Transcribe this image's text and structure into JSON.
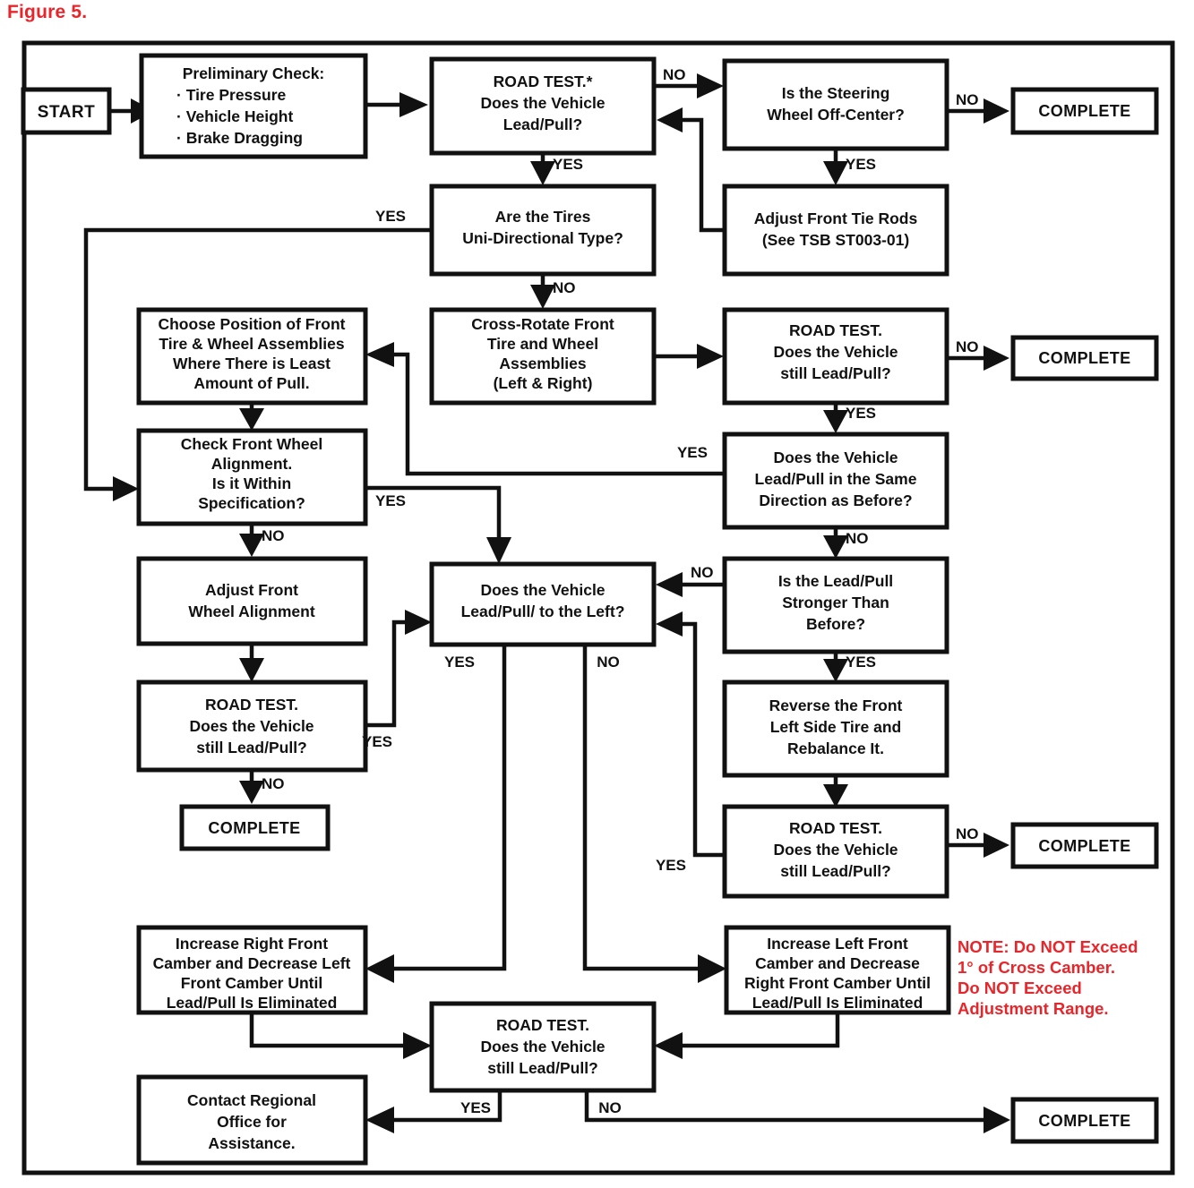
{
  "figure": {
    "label": "Figure 5.",
    "title_color": "#e8252a"
  },
  "diagram": {
    "type": "flowchart",
    "orientation": "top-to-bottom",
    "border": true,
    "nodes": {
      "start": {
        "lines": [
          "START"
        ]
      },
      "preliminary_check": {
        "lines": [
          "Preliminary Check:",
          "· Tire Pressure",
          "· Vehicle Height",
          "· Brake Dragging"
        ]
      },
      "road_test_1": {
        "lines": [
          "ROAD TEST.*",
          "Does the Vehicle",
          "Lead/Pull?"
        ]
      },
      "steering_off_center": {
        "lines": [
          "Is the Steering",
          "Wheel Off-Center?"
        ]
      },
      "complete_1": {
        "lines": [
          "COMPLETE"
        ]
      },
      "adjust_tie_rods": {
        "lines": [
          "Adjust Front Tie Rods",
          "(See TSB ST003-01)"
        ]
      },
      "uni_directional": {
        "lines": [
          "Are the Tires",
          "Uni-Directional Type?"
        ]
      },
      "choose_position": {
        "lines": [
          "Choose Position of Front",
          "Tire & Wheel Assemblies",
          "Where There is Least",
          "Amount of Pull."
        ]
      },
      "cross_rotate": {
        "lines": [
          "Cross-Rotate Front",
          "Tire and Wheel",
          "Assemblies",
          "(Left & Right)"
        ]
      },
      "road_test_2": {
        "lines": [
          "ROAD TEST.",
          "Does the Vehicle",
          "still Lead/Pull?"
        ]
      },
      "complete_2": {
        "lines": [
          "COMPLETE"
        ]
      },
      "check_alignment": {
        "lines": [
          "Check Front Wheel",
          "Alignment.",
          "Is it Within",
          "Specification?"
        ]
      },
      "same_direction": {
        "lines": [
          "Does the Vehicle",
          "Lead/Pull in the Same",
          "Direction as Before?"
        ]
      },
      "adjust_alignment": {
        "lines": [
          "Adjust Front",
          "Wheel Alignment"
        ]
      },
      "lead_pull_left": {
        "lines": [
          "Does the Vehicle",
          "Lead/Pull/ to the Left?"
        ]
      },
      "stronger_than_before": {
        "lines": [
          "Is the Lead/Pull",
          "Stronger Than",
          "Before?"
        ]
      },
      "road_test_3": {
        "lines": [
          "ROAD TEST.",
          "Does the Vehicle",
          "still Lead/Pull?"
        ]
      },
      "reverse_front_left": {
        "lines": [
          "Reverse the Front",
          "Left Side Tire and",
          "Rebalance It."
        ]
      },
      "complete_3": {
        "lines": [
          "COMPLETE"
        ]
      },
      "road_test_4": {
        "lines": [
          "ROAD TEST.",
          "Does the Vehicle",
          "still Lead/Pull?"
        ]
      },
      "complete_4": {
        "lines": [
          "COMPLETE"
        ]
      },
      "increase_right_camber": {
        "lines": [
          "Increase Right Front",
          "Camber and Decrease Left",
          "Front Camber Until",
          "Lead/Pull Is Eliminated"
        ]
      },
      "increase_left_camber": {
        "lines": [
          "Increase Left Front",
          "Camber and Decrease",
          "Right Front Camber Until",
          "Lead/Pull Is Eliminated"
        ]
      },
      "road_test_5": {
        "lines": [
          "ROAD TEST.",
          "Does the Vehicle",
          "still Lead/Pull?"
        ]
      },
      "contact_regional": {
        "lines": [
          "Contact Regional",
          "Office for",
          "Assistance."
        ]
      },
      "complete_5": {
        "lines": [
          "COMPLETE"
        ]
      }
    },
    "edge_labels": {
      "rt1_no": "NO",
      "rt1_yes": "YES",
      "steering_no": "NO",
      "steering_yes": "YES",
      "uni_yes": "YES",
      "uni_no": "NO",
      "rt2_no": "NO",
      "rt2_yes": "YES",
      "samedir_yes": "YES",
      "samedir_no": "NO",
      "align_yes": "YES",
      "align_no": "NO",
      "stronger_no": "NO",
      "stronger_yes": "YES",
      "rt3_no": "NO",
      "rt3_yes": "YES",
      "rt4_no": "NO",
      "rt4_yes": "YES",
      "left_yes": "YES",
      "left_no": "NO",
      "rt5_yes": "YES",
      "rt5_no": "NO"
    },
    "note": {
      "lines": [
        "NOTE: Do NOT Exceed",
        "1° of Cross Camber.",
        "Do NOT Exceed",
        "Adjustment Range."
      ],
      "color": "#e8252a"
    }
  }
}
